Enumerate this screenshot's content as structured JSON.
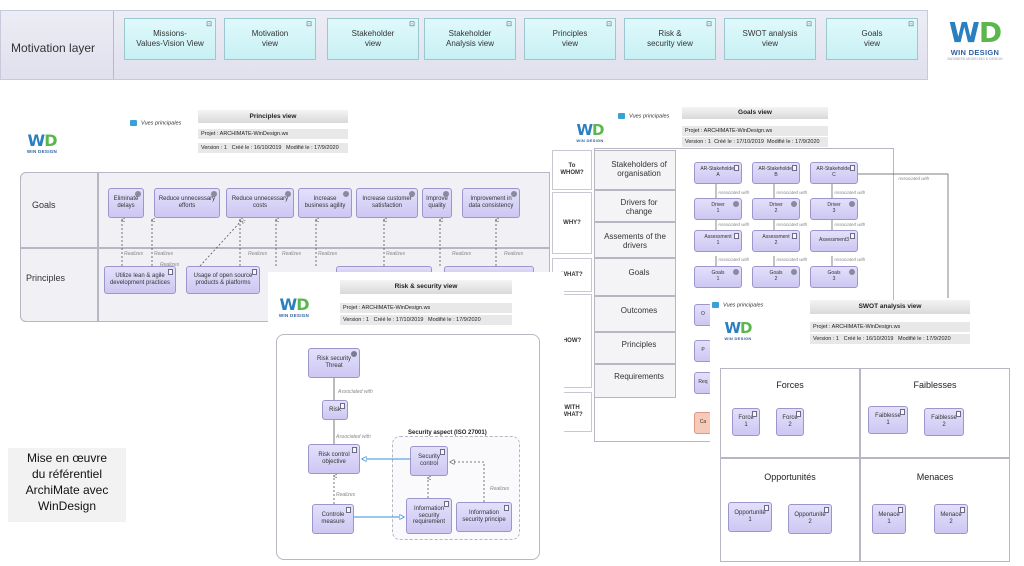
{
  "banner": {
    "title": "Motivation layer",
    "views": [
      {
        "label": "Missions-\nValues-Vision View"
      },
      {
        "label": "Motivation\nview"
      },
      {
        "label": "Stakeholder\nview"
      },
      {
        "label": "Stakeholder\nAnalysis view"
      },
      {
        "label": "Principles\nview"
      },
      {
        "label": "Risk &\nsecurity view"
      },
      {
        "label": "SWOT analysis\nview"
      },
      {
        "label": "Goals\nview"
      }
    ],
    "corner_icon": "⊡"
  },
  "logo": {
    "mark_w": "W",
    "mark_d": "D",
    "name": "WIN DESIGN",
    "tagline": "BUSINESS MODELING & DESIGN"
  },
  "principles": {
    "vues": "Vues principales",
    "title": "Principles view",
    "projet": "Projet : ARCHIMATE-WinDesign.ws",
    "version": "Version : 1",
    "cree": "Créé le : 16/10/2019",
    "modifie": "Modifié le : 17/9/2020",
    "row_goals": "Goals",
    "row_principles": "Principles",
    "goals": [
      "Eliminate\ndelays",
      "Reduce unnecessary\nefforts",
      "Reduce unnecessary\ncosts",
      "Increase\nbusiness agility",
      "Increase customer\nsatisfaction",
      "Improve\nquality",
      "Improvement in\ndata consistency"
    ],
    "principle_items": [
      "Utilize lean & agile\ndevelopment practices",
      "Usage of open source\nproducts & platforms"
    ],
    "realizes": "Realizes"
  },
  "goals_view": {
    "vues": "Vues principales",
    "title": "Goals view",
    "projet": "Projet : ARCHIMATE-WinDesign.ws",
    "version": "Version : 1",
    "cree": "Créé le : 17/10/2019",
    "modifie": "Modifié le : 17/9/2020",
    "questions": [
      "To\nWHOM?",
      "WHY?",
      "WHAT?",
      "HOW?",
      "WITH\nWHAT?"
    ],
    "rows": [
      "Stakeholders of\norganisation",
      "Drivers for\nchange",
      "Assements of the\ndrivers",
      "Goals",
      "Outcomes",
      "Principles",
      "Requirements"
    ],
    "stakeholders": [
      "AR-Stakeholder\nA",
      "AR-Stakeholder\nB",
      "AR-Stakeholder\nC"
    ],
    "drivers": [
      "Driver\n1",
      "Driver\n2",
      "Driver\n3"
    ],
    "assessments": [
      "Assessment\n1",
      "Assessment\n2",
      "Assessment3"
    ],
    "goals": [
      "Goals\n1",
      "Goals\n2",
      "Goals\n3"
    ],
    "assoc": "Associated with",
    "partial_o": "O",
    "partial_p": "P",
    "partial_req": "Req",
    "partial_ca": "Ca"
  },
  "risk": {
    "title": "Risk & security view",
    "projet": "Projet : ARCHIMATE-WinDesign.ws",
    "version": "Version : 1",
    "cree": "Créé le : 17/10/2019",
    "modifie": "Modifié le : 17/9/2020",
    "threat": "Risk security\nThreat",
    "risk": "Risk",
    "objective": "Risk control\nobjective",
    "measure": "Controle\nmeasure",
    "group": "Security aspect (ISO 27001)",
    "sec_control": "Security\ncontrol",
    "info_req": "Information\nsecurity\nrequirement",
    "info_principle": "Information\nsecurity principe",
    "assoc": "Associated with",
    "realizes": "Realizes"
  },
  "swot": {
    "vues": "Vues principales",
    "title": "SWOT analysis view",
    "projet": "Projet : ARCHIMATE-WinDesign.ws",
    "version": "Version : 1",
    "cree": "Créé le : 16/10/2019",
    "modifie": "Modifié le : 17/9/2020",
    "forces": "Forces",
    "faiblesses": "Faiblesses",
    "opportunites": "Opportunités",
    "menaces": "Menaces",
    "force_items": [
      "Force\n1",
      "Force\n2"
    ],
    "faiblesse_items": [
      "Faiblesse\n1",
      "Faiblesse\n2"
    ],
    "opportunite_items": [
      "Opportunité\n1",
      "Opportunité\n2"
    ],
    "menace_items": [
      "Menace\n1",
      "Menace\n2"
    ]
  },
  "caption": "Mise en œuvre\ndu référentiel\nArchiMate avec\nWinDesign",
  "colors": {
    "view_button": "#c8f0f4",
    "element": "#cdc7f2",
    "link_blue": "#3a8fd8"
  }
}
